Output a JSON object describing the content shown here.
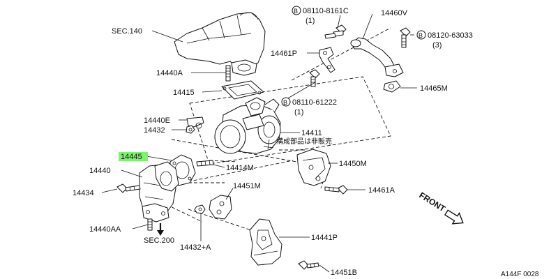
{
  "diagram": {
    "title": "Turbocharger assembly exploded view",
    "labels": {
      "sec140": "SEC.140",
      "p14440A": "14440A",
      "p14415": "14415",
      "p14440E": "14440E",
      "p14432": "14432",
      "p14445": "14445",
      "p14440": "14440",
      "p14434": "14434",
      "p14440AA": "14440AA",
      "sec200": "SEC.200",
      "p14432A": "14432+A",
      "p14414M": "14414M",
      "p14451M": "14451M",
      "p14411": "14411",
      "p14411_note": "構成部品は非販売",
      "p14450M": "14450M",
      "p14461A": "14461A",
      "p14441P": "14441P",
      "p14451B": "14451B",
      "p14461P": "14461P",
      "p14460V": "14460V",
      "p14465M": "14465M",
      "bolt1_num": "08110-8161C",
      "bolt1_qty": "(1)",
      "bolt2_num": "08120-63033",
      "bolt2_qty": "(3)",
      "bolt3_num": "08110-61222",
      "bolt3_qty": "(1)",
      "b_symbol": "B",
      "front": "FRONT",
      "figure_code": "A144F 0028"
    },
    "highlight_color": "#7cf36e"
  }
}
